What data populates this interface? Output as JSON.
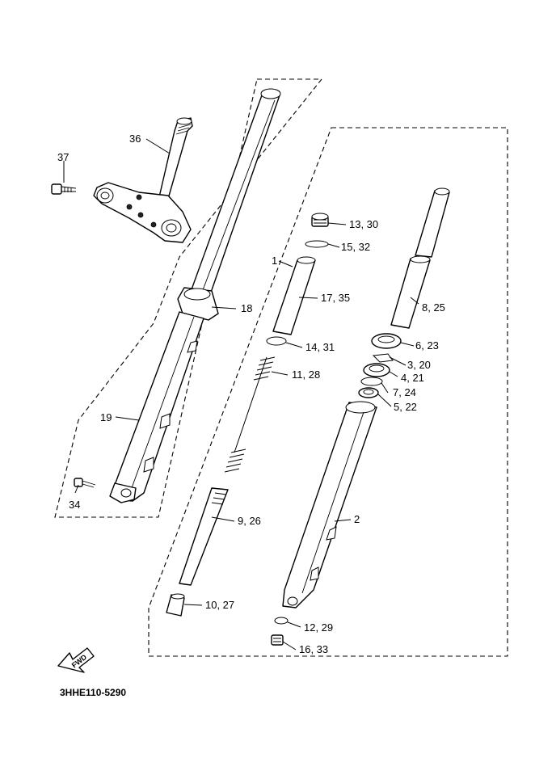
{
  "callouts": {
    "c36": "36",
    "c37": "37",
    "c1": "1",
    "c13_30": "13, 30",
    "c15_32": "15, 32",
    "c17_35": "17, 35",
    "c18": "18",
    "c8_25": "8, 25",
    "c6_23": "6, 23",
    "c3_20": "3, 20",
    "c14_31": "14, 31",
    "c4_21": "4, 21",
    "c11_28": "11, 28",
    "c7_24": "7, 24",
    "c5_22": "5, 22",
    "c19": "19",
    "c34": "34",
    "c9_26": "9, 26",
    "c2": "2",
    "c10_27": "10, 27",
    "c12_29": "12, 29",
    "c16_33": "16, 33"
  },
  "fwd_label": "FWD",
  "diagram_code": "3HHE110-5290"
}
